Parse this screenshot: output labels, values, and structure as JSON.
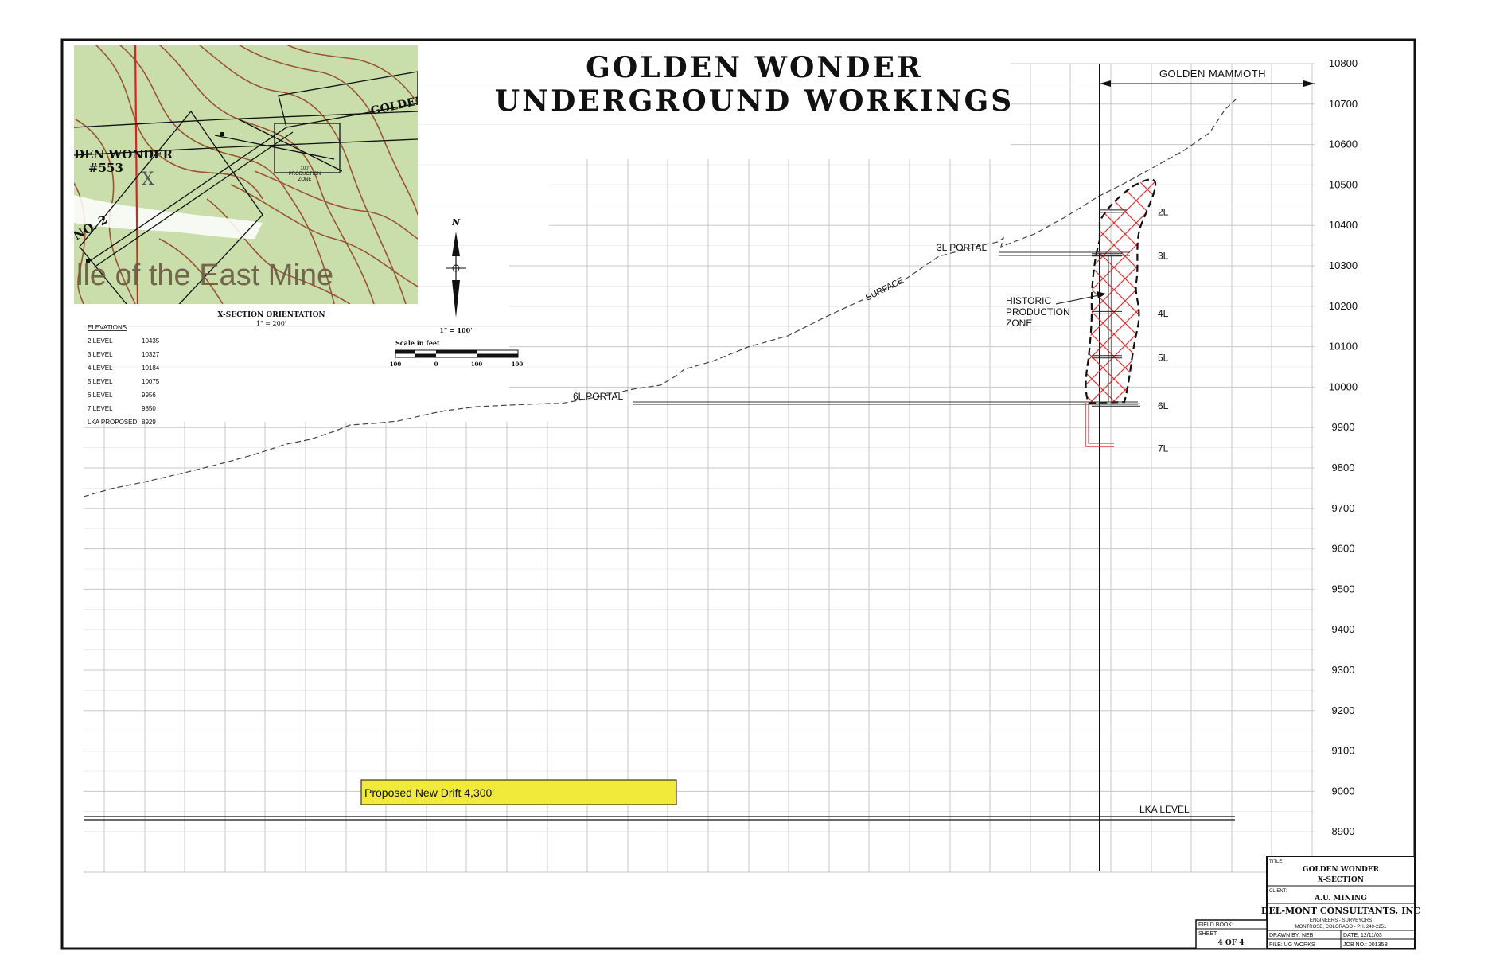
{
  "title": {
    "line1": "GOLDEN WONDER",
    "line2": "UNDERGROUND WORKINGS"
  },
  "inset_map": {
    "labels": {
      "golden_wonder": "DEN WONDER",
      "claim_number": "#553",
      "x_mark": "X",
      "golden_partial": "GOLDEN",
      "no2": "NO. 2",
      "east_mine": "lle of the East Mine",
      "production_zone": [
        "100'",
        "PRODUCTION",
        "ZONE"
      ]
    },
    "caption": "X-SECTION ORIENTATION",
    "caption_scale": "1\" = 200'"
  },
  "elevations": {
    "heading": "ELEVATIONS",
    "rows": [
      {
        "label": "2 LEVEL",
        "value": "10435"
      },
      {
        "label": "3 LEVEL",
        "value": "10327"
      },
      {
        "label": "4 LEVEL",
        "value": "10184"
      },
      {
        "label": "5 LEVEL",
        "value": "10075"
      },
      {
        "label": "6 LEVEL",
        "value": "9956"
      },
      {
        "label": "7 LEVEL",
        "value": "9850"
      },
      {
        "label": "LKA PROPOSED",
        "value": "8929"
      }
    ]
  },
  "north_arrow": {
    "label": "N",
    "scale_text": "1\" = 100'"
  },
  "scale_bar": {
    "title": "Scale in feet",
    "ticks": [
      "100",
      "0",
      "100",
      "100"
    ]
  },
  "section": {
    "golden_mammoth": "GOLDEN MAMMOTH",
    "surface_label": "SURFACE",
    "portal_3l": "3L PORTAL",
    "portal_6l": "6L PORTAL",
    "historic_zone": [
      "HISTORIC",
      "PRODUCTION",
      "ZONE"
    ],
    "lka_level": "LKA LEVEL",
    "proposed_drift": "Proposed New Drift  4,300'",
    "levels": [
      {
        "name": "2L",
        "elev": 10435
      },
      {
        "name": "3L",
        "elev": 10327
      },
      {
        "name": "4L",
        "elev": 10184
      },
      {
        "name": "5L",
        "elev": 10075
      },
      {
        "name": "6L",
        "elev": 9956
      },
      {
        "name": "7L",
        "elev": 9850
      }
    ],
    "elevation_axis": [
      10800,
      10700,
      10600,
      10500,
      10400,
      10300,
      10200,
      10100,
      10000,
      9900,
      9800,
      9700,
      9600,
      9500,
      9400,
      9300,
      9200,
      9100,
      9000,
      8900
    ],
    "lka_elev": 8929
  },
  "title_block": {
    "title_label": "TITLE:",
    "title_line1": "GOLDEN WONDER",
    "title_line2": "X-SECTION",
    "client_label": "CLIENT:",
    "client": "A.U. MINING",
    "firm": "DEL-MONT CONSULTANTS, INC",
    "firm_sub": "ENGINEERS - SURVEYORS",
    "firm_addr": "MONTROSE, COLORADO - PH. 249-2251",
    "drawn_by": "DRAWN BY: NEB",
    "date": "DATE: 12/11/03",
    "file": "FILE: UG WORKS",
    "job_no": "JOB NO.: 00135B",
    "field_book": "FIELD BOOK:",
    "sheet_label": "SHEET:",
    "sheet_value": "4 OF 4"
  },
  "colors": {
    "red": "#e03c3c",
    "highlight": "#f2ea3a",
    "map_green": "#c9deab",
    "contour": "#9a5534",
    "grid": "#c8c8c8"
  }
}
